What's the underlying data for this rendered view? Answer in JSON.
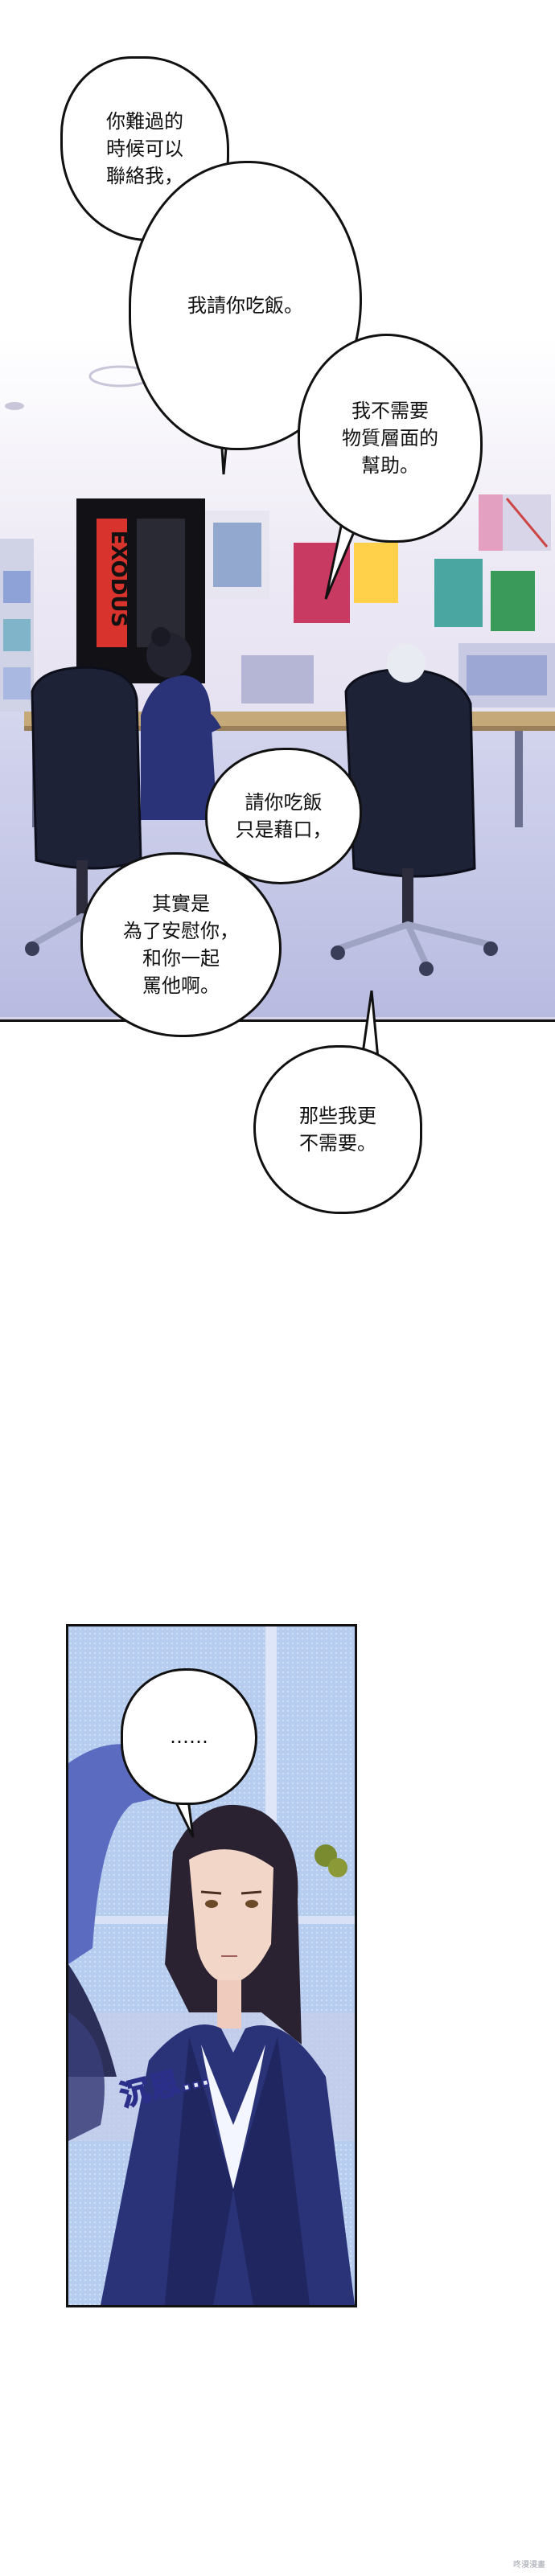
{
  "colors": {
    "office_wall": "#e6e2f0",
    "office_floor": "#c9cbe6",
    "suit_navy": "#2a3278",
    "window_blue": "#a9c8f0",
    "panel_border": "#111111"
  },
  "bubbles": {
    "b1": "你難過的\n時候可以\n聯絡我，",
    "b2": "我請你吃飯。",
    "b3": "我不需要\n物質層面的\n幫助。",
    "b4": "請你吃飯\n只是藉口，",
    "b5": "其實是\n為了安慰你，\n和你一起\n罵他啊。",
    "b6": "那些我更\n不需要。",
    "b7": "……"
  },
  "poster": {
    "text": "EXODUS"
  },
  "sfx": {
    "text": "沉思…"
  },
  "watermark": {
    "text": "咚漫漫畫"
  }
}
